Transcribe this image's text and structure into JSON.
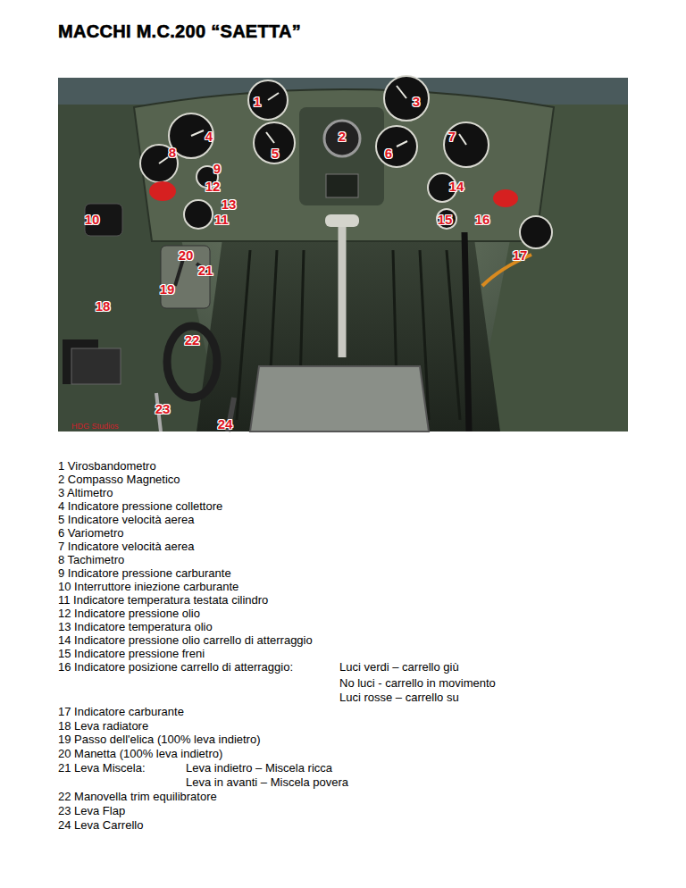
{
  "diagram": {
    "title": "MACCHI M.C.200 “SAETTA”",
    "labels": [
      "1",
      "2",
      "3",
      "4",
      "5",
      "6",
      "7",
      "8",
      "9",
      "10",
      "11",
      "12",
      "13",
      "14",
      "15",
      "16",
      "17",
      "18",
      "19",
      "20",
      "21",
      "22",
      "23",
      "24",
      "HDG Studios",
      "1 Virosbandometro",
      "2 Compasso Magnetico",
      "3 Altimetro",
      "4 Indicatore pressione collettore",
      "5 Indicatore velocità aerea",
      "6 Variometro",
      "7 Indicatore velocità aerea",
      "8 Tachimetro",
      "9 Indicatore pressione carburante",
      "10 Interruttore iniezione carburante",
      "11 Indicatore temperatura testata cilindro",
      "12 Indicatore pressione olio",
      "13 Indicatore temperatura olio",
      "14 Indicatore pressione olio carrello di atterraggio",
      "15 Indicatore pressione freni",
      "16 Indicatore posizione carrello di atterraggio:",
      "Luci verdi – carrello giù",
      "No luci - carrello in movimento",
      "Luci rosse – carrello su",
      "17 Indicatore carburante",
      "18 Leva radiatore",
      "19 Passo dell'elica (100% leva indietro)",
      "20 Manetta (100% leva indietro)",
      "21 Leva Miscela:",
      "Leva indietro – Miscela ricca",
      "Leva in avanti – Miscela povera",
      "22 Manovella trim equilibratore",
      "23 Leva Flap",
      "24 Leva Carrello"
    ]
  }
}
